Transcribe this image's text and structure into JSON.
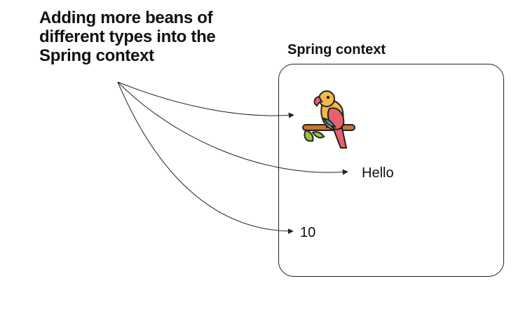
{
  "callout": {
    "lines": [
      "Adding more beans of",
      "different types into the",
      "Spring context"
    ]
  },
  "context": {
    "label": "Spring context"
  },
  "beans": {
    "object_icon": "parrot-icon",
    "string_value": "Hello",
    "integer_value": "10"
  }
}
